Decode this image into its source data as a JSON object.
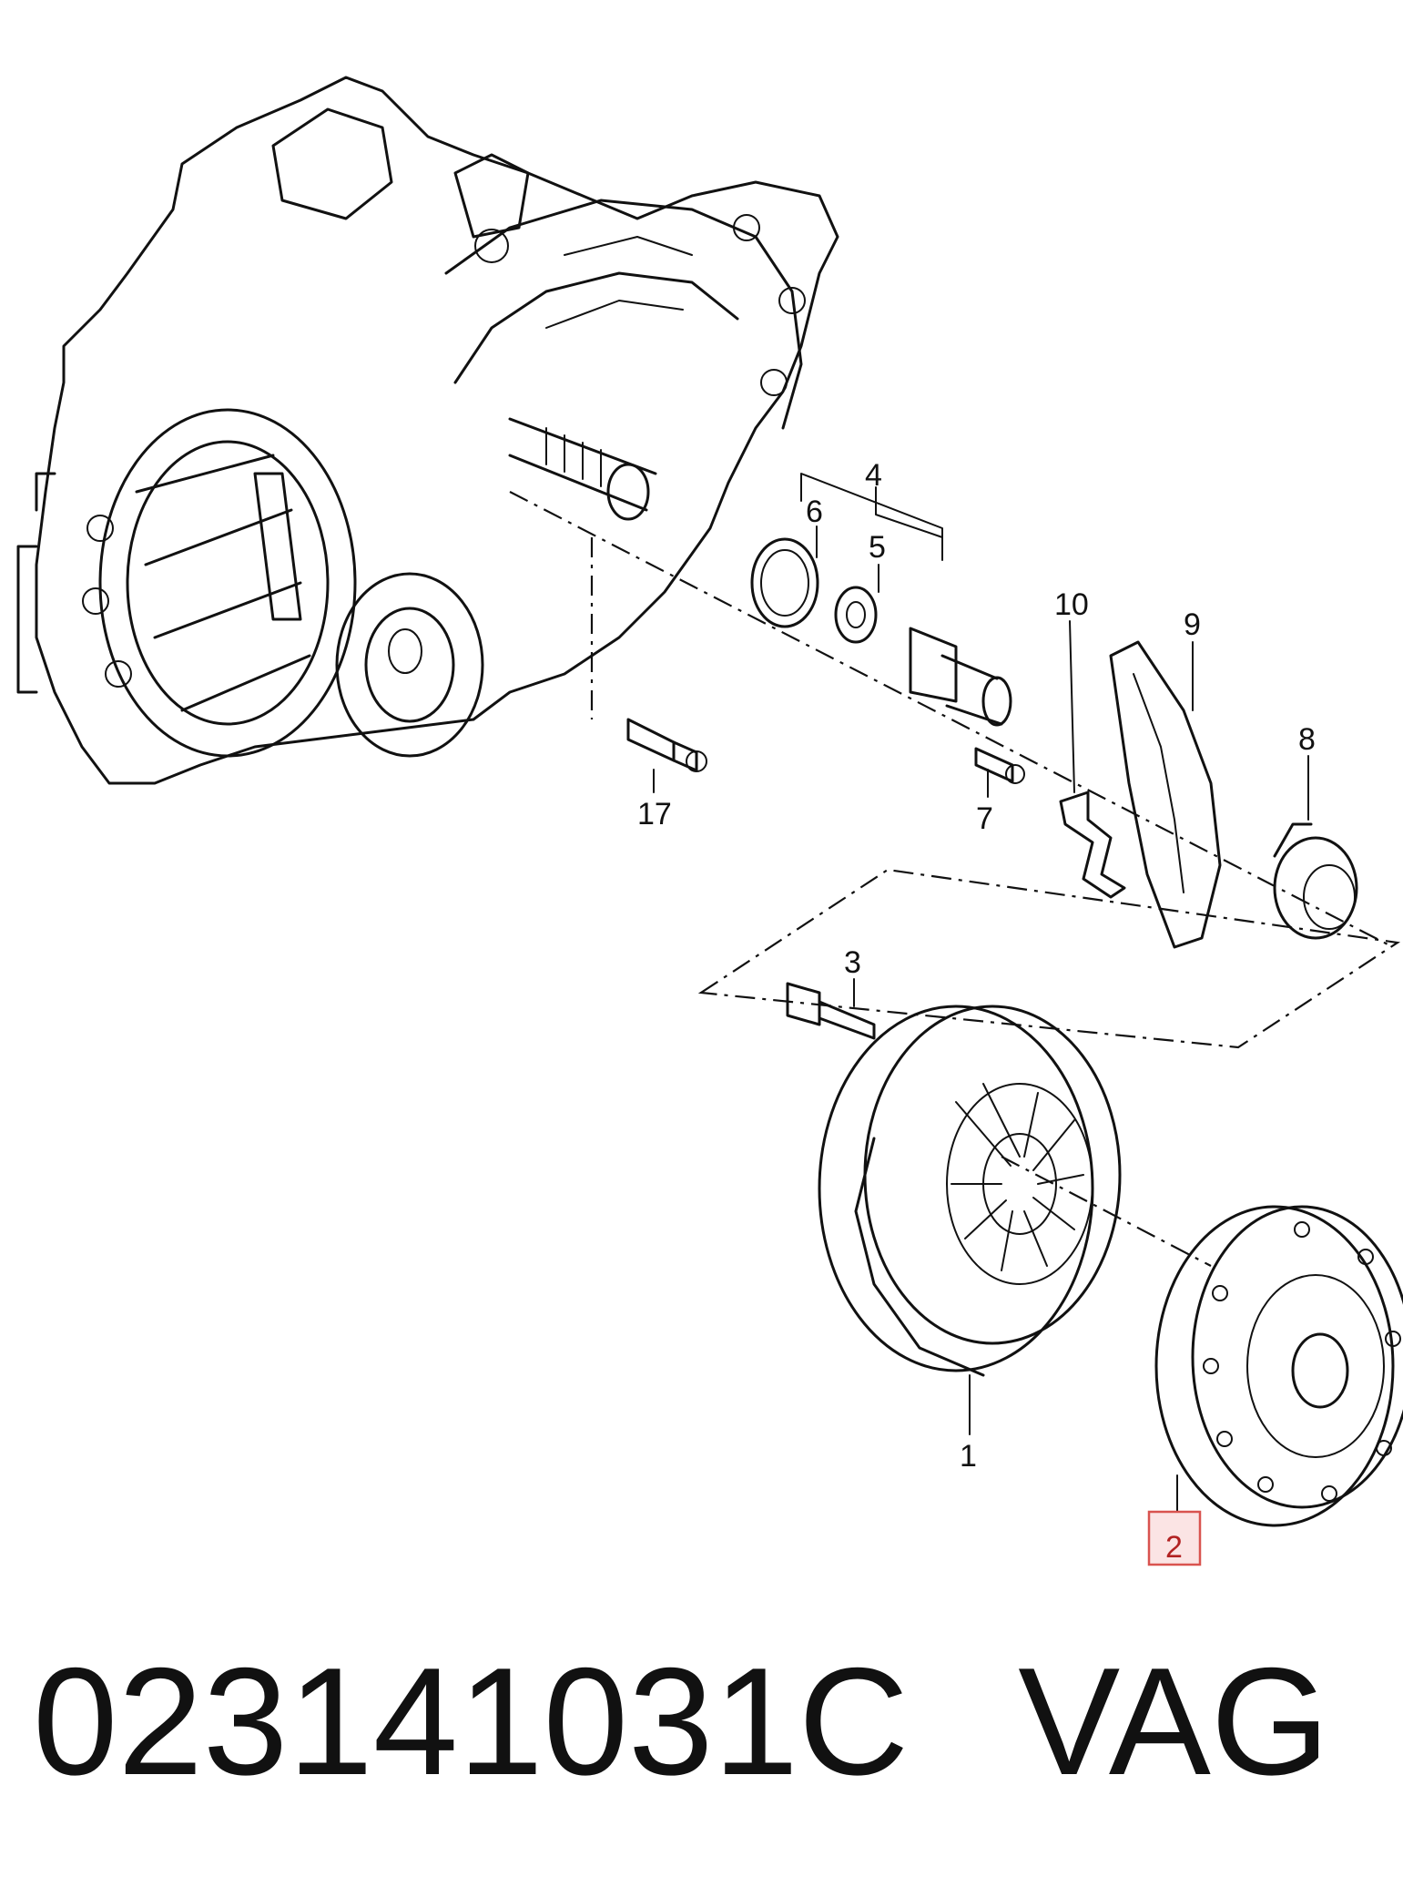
{
  "callouts": [
    {
      "id": "callout-1",
      "text": "1"
    },
    {
      "id": "callout-2",
      "text": "2"
    },
    {
      "id": "callout-3",
      "text": "3"
    },
    {
      "id": "callout-4",
      "text": "4"
    },
    {
      "id": "callout-5",
      "text": "5"
    },
    {
      "id": "callout-6",
      "text": "6"
    },
    {
      "id": "callout-7",
      "text": "7"
    },
    {
      "id": "callout-8",
      "text": "8"
    },
    {
      "id": "callout-9",
      "text": "9"
    },
    {
      "id": "callout-10",
      "text": "10"
    },
    {
      "id": "callout-17",
      "text": "17"
    }
  ],
  "highlighted_callout": "2",
  "highlight_color": "#d9534f",
  "footer": {
    "part_number": "023141031C",
    "brand": "VAG"
  }
}
